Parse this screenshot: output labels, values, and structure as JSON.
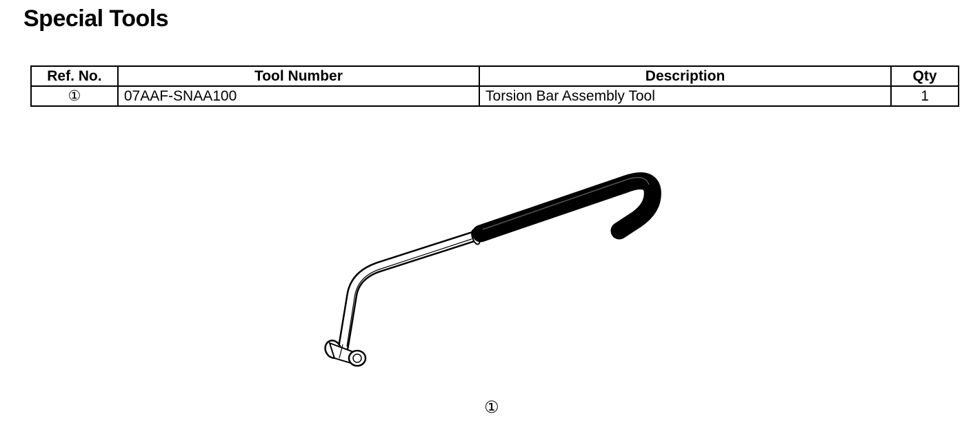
{
  "page": {
    "title": "Special Tools"
  },
  "table": {
    "headers": {
      "ref_no": "Ref. No.",
      "tool_number": "Tool Number",
      "description": "Description",
      "qty": "Qty"
    },
    "rows": [
      {
        "ref_no": "①",
        "tool_number": "07AAF-SNAA100",
        "description": "Torsion Bar Assembly Tool",
        "qty": "1"
      }
    ]
  },
  "illustration": {
    "callout": "①",
    "icon": "torsion-bar-assembly-tool"
  }
}
